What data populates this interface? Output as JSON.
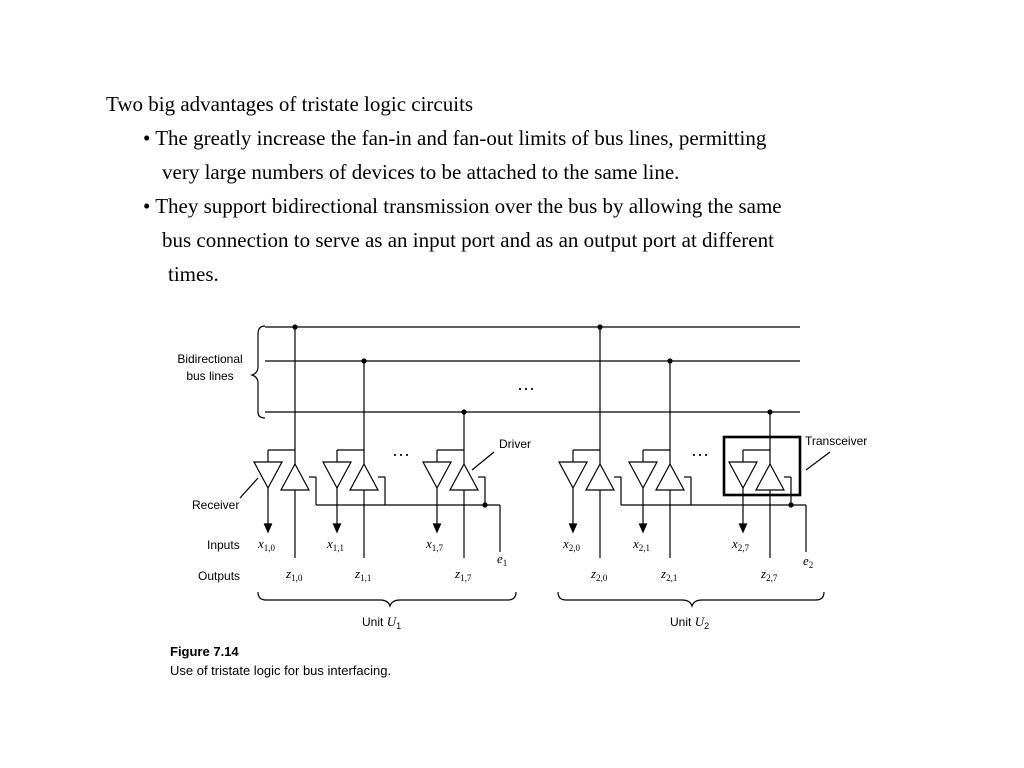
{
  "slide": {
    "heading": "Two big advantages of tristate logic circuits",
    "points": [
      "• The greatly increase the fan-in and fan-out limits of bus lines, permitting",
      "very large numbers of devices to be attached to the same line.",
      "• They support bidirectional transmission over the bus by allowing the same",
      "bus connection to serve as an input port and as an output port at different",
      "times."
    ]
  },
  "figure": {
    "bus_label_line1": "Bidirectional",
    "bus_label_line2": "bus lines",
    "driver_label": "Driver",
    "receiver_label": "Receiver",
    "transceiver_label": "Transceiver",
    "inputs_label": "Inputs",
    "outputs_label": "Outputs",
    "ellipsis": "…",
    "unit1": {
      "label": "Unit",
      "name": "U",
      "sub": "1",
      "enable": "e",
      "enable_sub": "1",
      "inputs": [
        {
          "var": "x",
          "sub": "1,0"
        },
        {
          "var": "x",
          "sub": "1,1"
        },
        {
          "var": "x",
          "sub": "1,7"
        }
      ],
      "outputs": [
        {
          "var": "z",
          "sub": "1,0"
        },
        {
          "var": "z",
          "sub": "1,1"
        },
        {
          "var": "z",
          "sub": "1,7"
        }
      ]
    },
    "unit2": {
      "label": "Unit",
      "name": "U",
      "sub": "2",
      "enable": "e",
      "enable_sub": "2",
      "inputs": [
        {
          "var": "x",
          "sub": "2,0"
        },
        {
          "var": "x",
          "sub": "2,1"
        },
        {
          "var": "x",
          "sub": "2,7"
        }
      ],
      "outputs": [
        {
          "var": "z",
          "sub": "2,0"
        },
        {
          "var": "z",
          "sub": "2,1"
        },
        {
          "var": "z",
          "sub": "2,7"
        }
      ]
    },
    "caption_title": "Figure 7.14",
    "caption_text": "Use of tristate logic for bus interfacing."
  },
  "colors": {
    "ink": "#000000",
    "background": "#ffffff"
  }
}
